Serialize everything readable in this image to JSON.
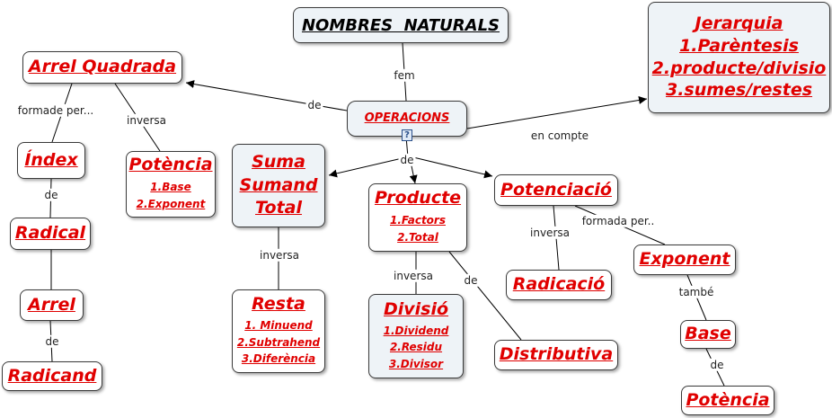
{
  "nodes": {
    "title": "NOMBRES  NATURALS",
    "operacions": "OPERACIONS",
    "jerarquia": [
      "Jerarquia",
      "1.Parèntesis",
      "2.producte/divisio",
      "3.sumes/restes"
    ],
    "arrel_quadrada": "Arrel Quadrada",
    "index": "Índex",
    "radical": "Radical",
    "arrel": "Arrel",
    "radicand": "Radicand",
    "potencia_left": {
      "title": "Potència",
      "items": [
        "1.Base",
        "2.Exponent"
      ]
    },
    "suma": [
      "Suma",
      "Sumand",
      "Total"
    ],
    "resta": {
      "title": "Resta",
      "items": [
        "1. Minuend",
        "2.Subtrahend",
        "3.Diferència"
      ]
    },
    "producte": {
      "title": "Producte",
      "items": [
        "1.Factors",
        "2.Total"
      ]
    },
    "divisio": {
      "title": "Divisió",
      "items": [
        "1.Dividend",
        "2.Residu",
        "3.Divisor"
      ]
    },
    "distributiva": "Distributiva",
    "potenciacio": "Potenciació",
    "radicacio": "Radicació",
    "exponent": "Exponent",
    "base": "Base",
    "potencia_right": "Potència",
    "help_icon": "?"
  },
  "links": {
    "fem": "fem",
    "de_left": "de",
    "en_compte": "en compte",
    "de_center": "de",
    "formade_per": "formade per...",
    "inversa_left": "inversa",
    "de_index": "de",
    "de_arrel": "de",
    "inversa_suma": "inversa",
    "inversa_producte": "inversa",
    "de_producte": "de",
    "inversa_pot": "inversa",
    "formada_per": "formada per..",
    "tambe": "també",
    "de_base": "de"
  }
}
